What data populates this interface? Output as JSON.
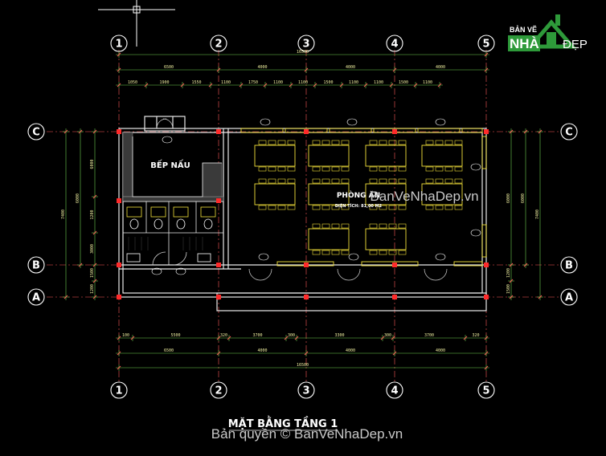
{
  "grid_columns": [
    "1",
    "2",
    "3",
    "4",
    "5"
  ],
  "grid_rows": [
    "C",
    "B",
    "A"
  ],
  "title": "MẶT BẰNG TẦNG 1",
  "room_kitchen": "BẾP NẤU",
  "room_dining": "PHÒNG ĂN",
  "room_dining_sub": "DIỆN TÍCH: 81,00 M2",
  "logo": {
    "line1": "BẢN VẼ",
    "nha": "NHÀ",
    "dep": "ĐẸP"
  },
  "watermark_center": "BanVeNhaDep.vn",
  "copyright": "Bản quyền © BanVeNhaDep.vn",
  "dim_top_total": "16500",
  "dim_top_sub": [
    "6500",
    "4000",
    "4000",
    "4000"
  ],
  "dim_top_detail": [
    "1050",
    "1900",
    "1550",
    "1100",
    "1750",
    "1100",
    "1100",
    "1500",
    "1100",
    "1100",
    "1500",
    "1100"
  ],
  "dim_bottom_detail": [
    "100",
    "5500",
    "320",
    "3700",
    "300",
    "3300",
    "300",
    "3700",
    "320"
  ],
  "dim_bottom_sub": [
    "6500",
    "4000",
    "4000",
    "4000"
  ],
  "dim_bottom_total": "16500",
  "dim_left": [
    "7400",
    "6000",
    "1200",
    "3000",
    "1500",
    "1200"
  ],
  "dim_right": [
    "7400",
    "6000",
    "1200",
    "1500"
  ],
  "colors": {
    "wall": "#e8e8e8",
    "yellow": "#f2e03a",
    "grid": "#c8c8c8",
    "green": "#6fd04f",
    "red": "#ff2a2a",
    "axis": "#ff5a5a",
    "logo_green": "#2e9a3a",
    "logo_text": "#ffffff"
  }
}
